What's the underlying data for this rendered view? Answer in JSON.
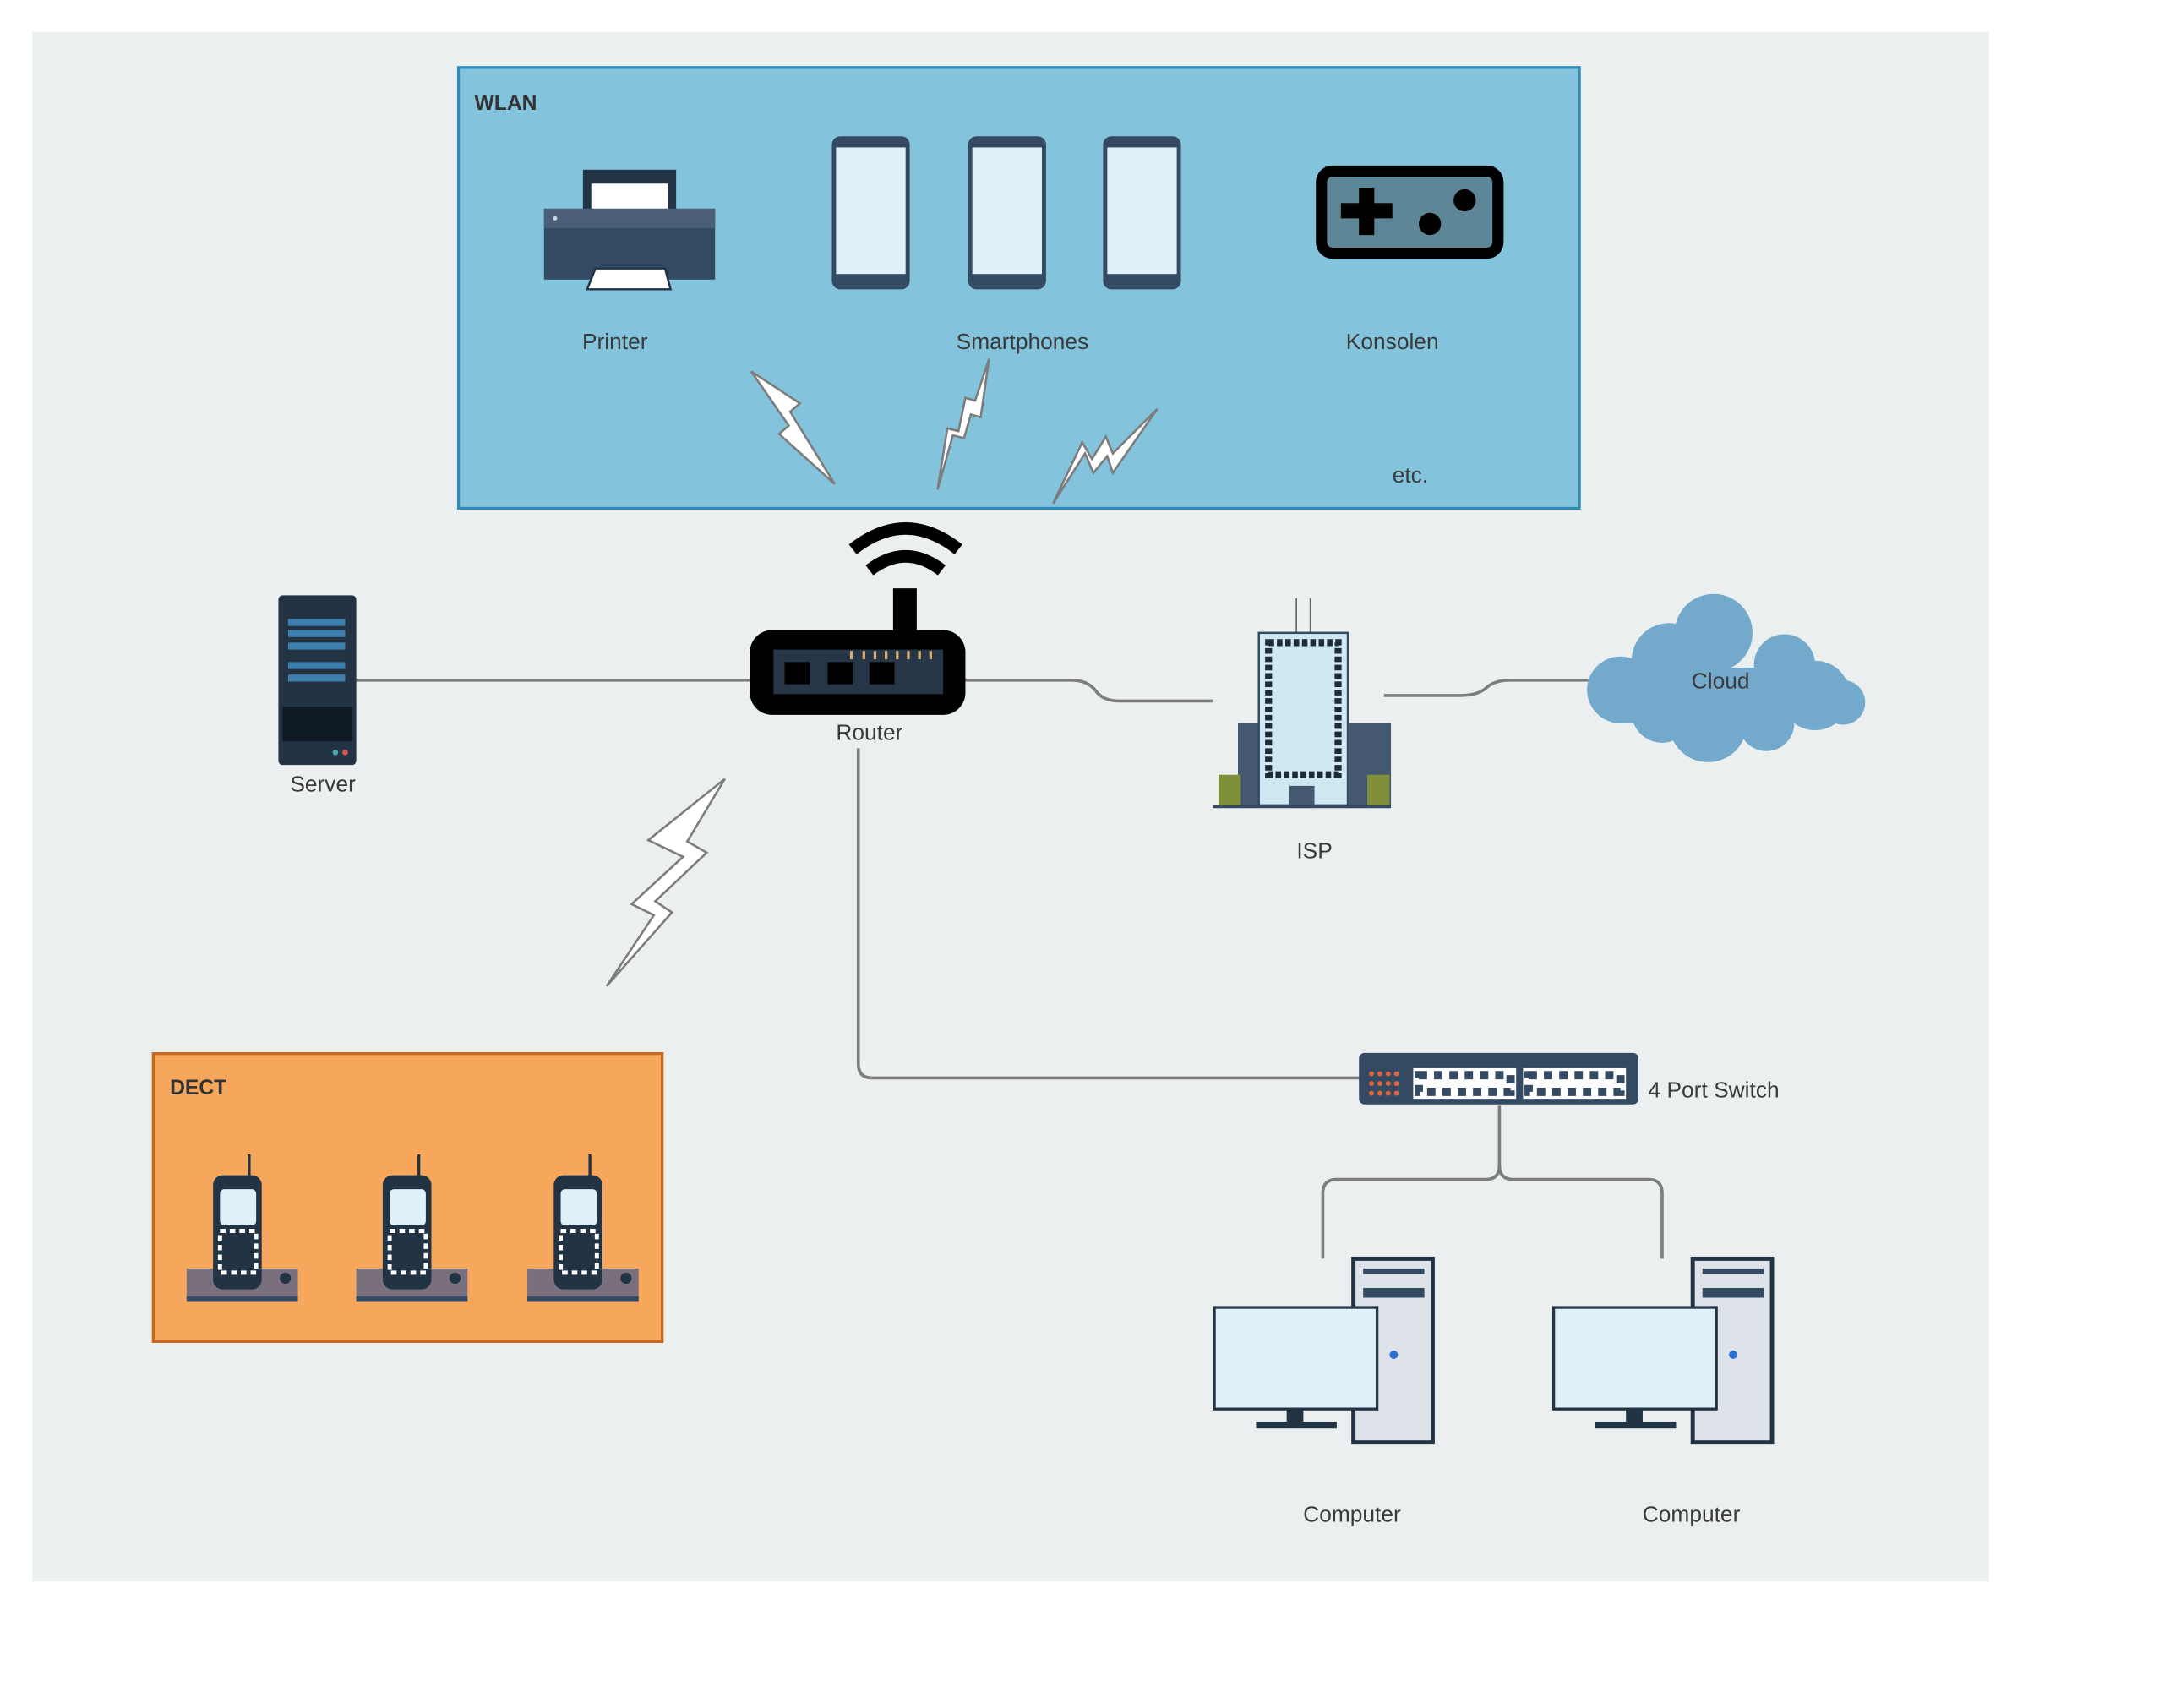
{
  "groups": {
    "wlan": {
      "title": "WLAN",
      "color": "#84c3dc",
      "border": "#2d8bb7",
      "more": "etc."
    },
    "dect": {
      "title": "DECT",
      "color": "#f6a75b",
      "border": "#c8681e"
    }
  },
  "nodes": {
    "printer": "Printer",
    "smartphones": "Smartphones",
    "consoles": "Konsolen",
    "router": "Router",
    "server": "Server",
    "isp": "ISP",
    "cloud": "Cloud",
    "switch": "4 Port Switch",
    "computer_1": "Computer",
    "computer_2": "Computer"
  },
  "icons": [
    "printer-icon",
    "smartphone-icon",
    "gamepad-icon",
    "router-icon",
    "server-icon",
    "building-icon",
    "cloud-icon",
    "switch-icon",
    "desktop-computer-icon",
    "cordless-phone-icon",
    "lightning-icon"
  ],
  "colors": {
    "canvas": "#eceff0",
    "wire": "#7d7d7d",
    "cloud": "#73aacb",
    "dark": "#344a63"
  }
}
